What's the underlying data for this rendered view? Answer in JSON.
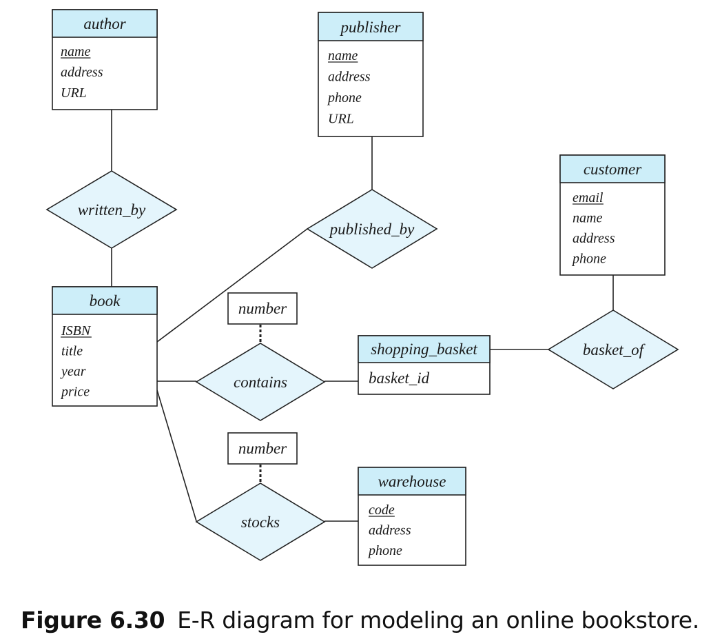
{
  "colors": {
    "entity_header": "#cdeef9",
    "relationship_fill": "#e4f5fc",
    "stroke": "#222222"
  },
  "entities": {
    "author": {
      "name": "author",
      "attributes": [
        {
          "text": "name",
          "pk": true
        },
        {
          "text": "address",
          "pk": false
        },
        {
          "text": "URL",
          "pk": false
        }
      ]
    },
    "publisher": {
      "name": "publisher",
      "attributes": [
        {
          "text": "name",
          "pk": true
        },
        {
          "text": "address",
          "pk": false
        },
        {
          "text": "phone",
          "pk": false
        },
        {
          "text": "URL",
          "pk": false
        }
      ]
    },
    "customer": {
      "name": "customer",
      "attributes": [
        {
          "text": "email",
          "pk": true
        },
        {
          "text": "name",
          "pk": false
        },
        {
          "text": "address",
          "pk": false
        },
        {
          "text": "phone",
          "pk": false
        }
      ]
    },
    "book": {
      "name": "book",
      "attributes": [
        {
          "text": "ISBN",
          "pk": true
        },
        {
          "text": "title",
          "pk": false
        },
        {
          "text": "year",
          "pk": false
        },
        {
          "text": "price",
          "pk": false
        }
      ]
    },
    "shopping_basket": {
      "name": "shopping_basket",
      "attributes": [
        {
          "text": "basket_id",
          "pk": false
        }
      ]
    },
    "warehouse": {
      "name": "warehouse",
      "attributes": [
        {
          "text": "code",
          "pk": true
        },
        {
          "text": "address",
          "pk": false
        },
        {
          "text": "phone",
          "pk": false
        }
      ]
    }
  },
  "relationships": {
    "written_by": {
      "name": "written_by",
      "connects": [
        "author",
        "book"
      ]
    },
    "published_by": {
      "name": "published_by",
      "connects": [
        "publisher",
        "book"
      ]
    },
    "basket_of": {
      "name": "basket_of",
      "connects": [
        "shopping_basket",
        "customer"
      ]
    },
    "contains": {
      "name": "contains",
      "connects": [
        "book",
        "shopping_basket"
      ],
      "attribute": "number"
    },
    "stocks": {
      "name": "stocks",
      "connects": [
        "book",
        "warehouse"
      ],
      "attribute": "number"
    }
  },
  "caption": {
    "label": "Figure 6.30",
    "text": "E-R diagram for modeling an online bookstore."
  }
}
